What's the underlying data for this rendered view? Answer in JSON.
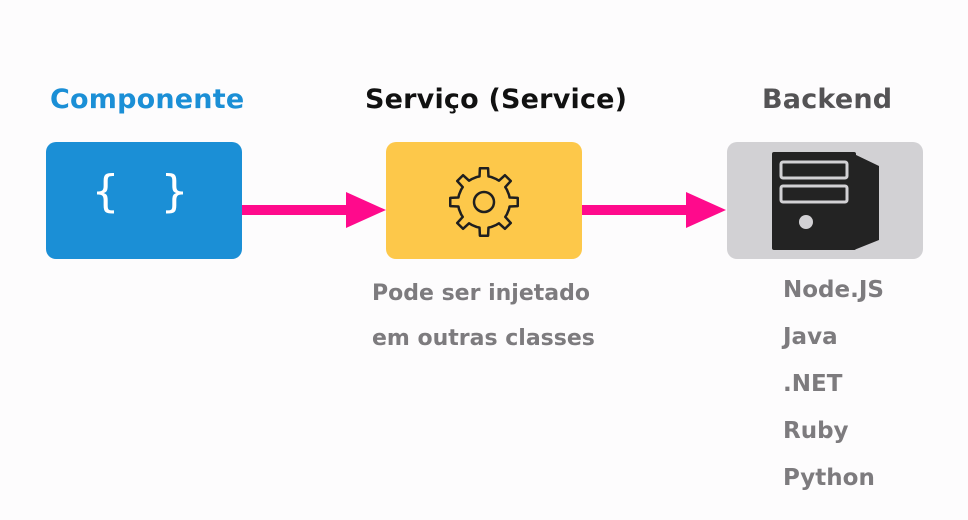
{
  "columns": {
    "component": {
      "title": "Componente",
      "color": "#1b8fd6",
      "box_color": "#1b8fd6",
      "icon": "braces-icon",
      "icon_text": "{ }"
    },
    "service": {
      "title": "Serviço (Service)",
      "color": "#111111",
      "box_color": "#fdc84a",
      "icon": "gear-icon"
    },
    "backend": {
      "title": "Backend",
      "color": "#545355",
      "box_color": "#d2d1d4",
      "icon": "server-icon"
    }
  },
  "arrow_color": "#ff0a8c",
  "service_notes": [
    "Pode ser injetado",
    "em outras classes"
  ],
  "backend_technologies": [
    "Node.JS",
    "Java",
    ".NET",
    "Ruby",
    "Python"
  ]
}
